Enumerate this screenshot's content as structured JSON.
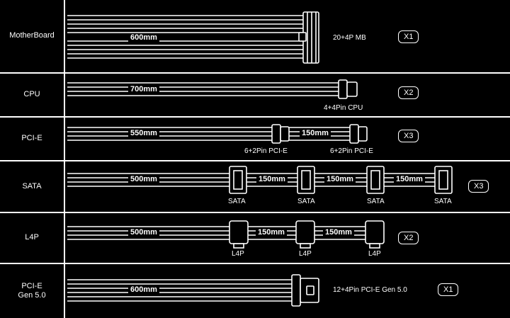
{
  "rows": [
    {
      "label": "MotherBoard",
      "length": "600mm",
      "connector": "20+4P MB",
      "qty": "X1"
    },
    {
      "label": "CPU",
      "length": "700mm",
      "connector": "4+4Pin CPU",
      "qty": "X2"
    },
    {
      "label": "PCI-E",
      "length": "550mm",
      "mid": "150mm",
      "connector1": "6+2Pin PCI-E",
      "connector2": "6+2Pin PCI-E",
      "qty": "X3"
    },
    {
      "label": "SATA",
      "length": "500mm",
      "seg1": "150mm",
      "seg2": "150mm",
      "seg3": "150mm",
      "c1": "SATA",
      "c2": "SATA",
      "c3": "SATA",
      "c4": "SATA",
      "qty": "X3"
    },
    {
      "label": "L4P",
      "length": "500mm",
      "seg1": "150mm",
      "seg2": "150mm",
      "c1": "L4P",
      "c2": "L4P",
      "c3": "L4P",
      "qty": "X2"
    },
    {
      "label_line1": "PCI-E",
      "label_line2": "Gen 5.0",
      "length": "600mm",
      "connector": "12+4Pin PCI-E Gen 5.0",
      "qty": "X1"
    }
  ]
}
